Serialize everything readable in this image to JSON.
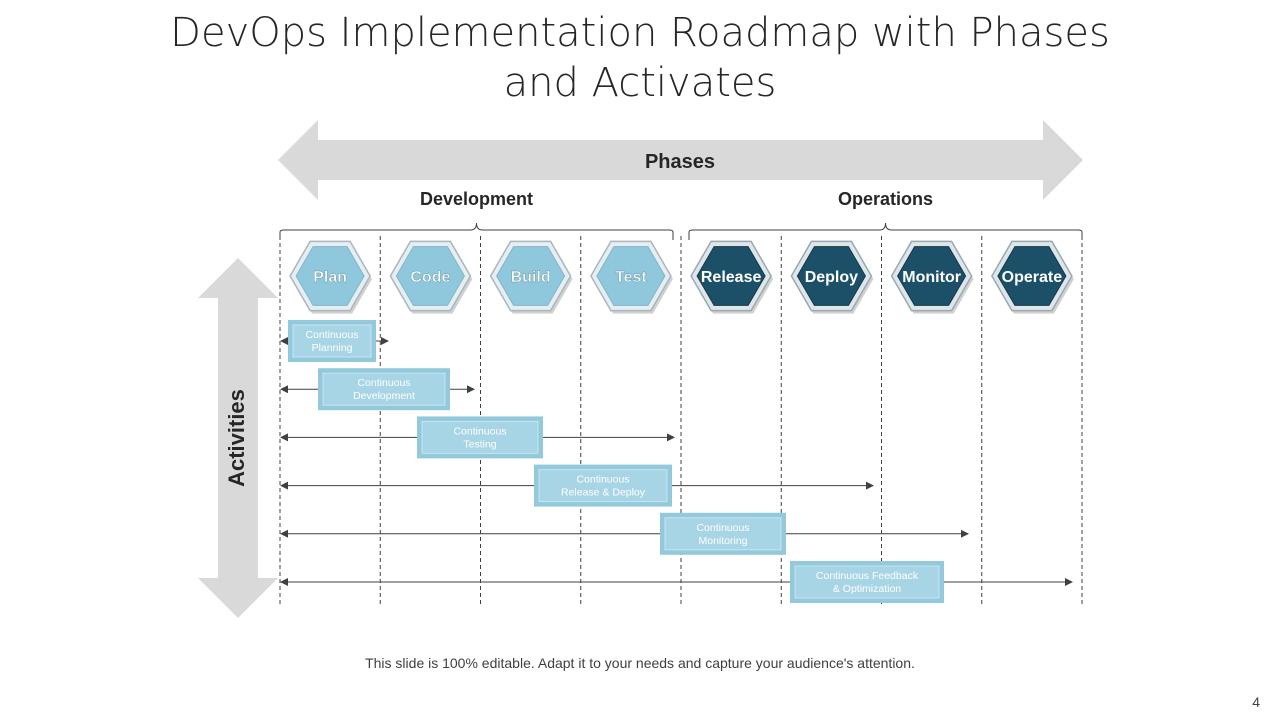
{
  "title": {
    "line1": "DevOps Implementation Roadmap with Phases",
    "line2": "and Activates"
  },
  "phases_label": "Phases",
  "activities_label": "Activities",
  "groups": [
    {
      "label": "Development",
      "phase_start": 0,
      "phase_end": 3
    },
    {
      "label": "Operations",
      "phase_start": 4,
      "phase_end": 7
    }
  ],
  "phases": [
    {
      "label": "Plan",
      "group": "Development"
    },
    {
      "label": "Code",
      "group": "Development"
    },
    {
      "label": "Build",
      "group": "Development"
    },
    {
      "label": "Test",
      "group": "Development"
    },
    {
      "label": "Release",
      "group": "Operations"
    },
    {
      "label": "Deploy",
      "group": "Operations"
    },
    {
      "label": "Monitor",
      "group": "Operations"
    },
    {
      "label": "Operate",
      "group": "Operations"
    }
  ],
  "activities": [
    {
      "line1": "Continuous",
      "line2": "Planning",
      "spans_through_phase": 0
    },
    {
      "line1": "Continuous",
      "line2": "Development",
      "spans_through_phase": 1
    },
    {
      "line1": "Continuous",
      "line2": "Testing",
      "spans_through_phase": 3
    },
    {
      "line1": "Continuous",
      "line2": "Release & Deploy",
      "spans_through_phase": 5
    },
    {
      "line1": "Continuous",
      "line2": "Monitoring",
      "spans_through_phase": 6
    },
    {
      "line1": "Continuous Feedback",
      "line2": "& Optimization",
      "spans_through_phase": 7
    }
  ],
  "colors": {
    "dev_hex": "#8fc8dc",
    "dev_hex_border": "#a9b6bd",
    "ops_hex": "#1c5068",
    "ops_hex_border": "#9aa8b0",
    "activity_fill": "#92c9dd",
    "activity_inner": "#a8d5e5",
    "arrow_gray": "#d9d9d9",
    "line": "#404040"
  },
  "footer": "This slide is 100% editable. Adapt it to your needs and capture your audience's attention.",
  "page_number": "4"
}
